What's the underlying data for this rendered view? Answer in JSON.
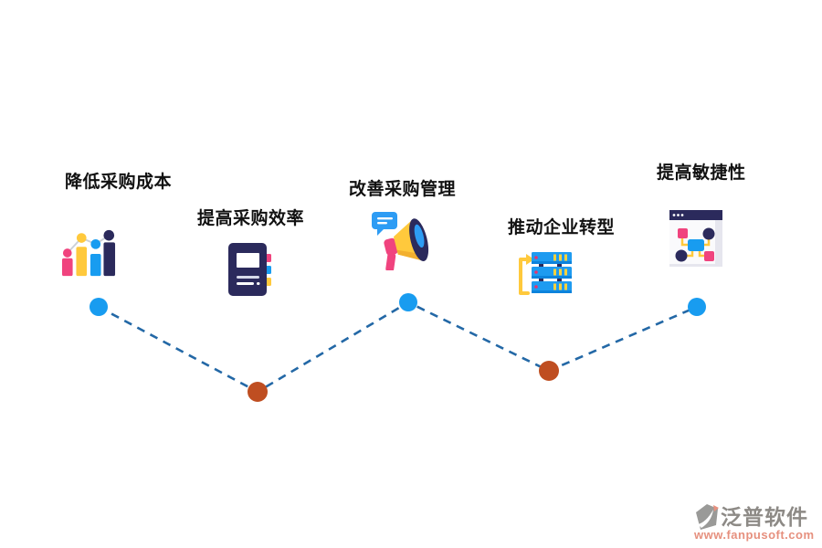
{
  "items": [
    {
      "label": "降低采购成本",
      "icon": "bar-chart-icon"
    },
    {
      "label": "提高采购效率",
      "icon": "notebook-icon"
    },
    {
      "label": "改善采购管理",
      "icon": "megaphone-icon"
    },
    {
      "label": "推动企业转型",
      "icon": "server-icon"
    },
    {
      "label": "提高敏捷性",
      "icon": "flowchart-icon"
    }
  ],
  "connector": {
    "style": "dashed-zigzag",
    "line_color": "#2368a6",
    "dot_colors": [
      "#189cf0",
      "#bf4e21",
      "#189cf0",
      "#bf4e21",
      "#189cf0"
    ]
  },
  "palette": {
    "pink": "#f0437e",
    "yellow": "#ffc93c",
    "blue": "#189cf0",
    "navy": "#2b2a5c",
    "rust": "#bf4e21"
  },
  "watermark": {
    "brand": "泛普软件",
    "url": "www.fanpusoft.com",
    "brand_color": "#8d8a86",
    "url_color": "#e6907e"
  }
}
